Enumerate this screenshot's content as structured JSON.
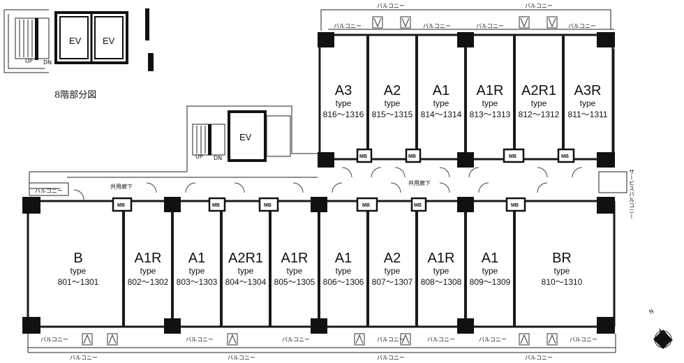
{
  "title": "8階部分図",
  "labels": {
    "balcony": "バルコニー",
    "corridor": "共用廊下",
    "service_balcony": "サービスバルコニー",
    "ev": "EV",
    "up": "UP",
    "dn": "DN",
    "mb": "MB",
    "type_word": "type",
    "north": "N"
  },
  "top_units": [
    {
      "name": "A3",
      "range": "816～1316"
    },
    {
      "name": "A2",
      "range": "815～1315"
    },
    {
      "name": "A1",
      "range": "814～1314"
    },
    {
      "name": "A1R",
      "range": "813～1313"
    },
    {
      "name": "A2R1",
      "range": "812～1312"
    },
    {
      "name": "A3R",
      "range": "811～1311"
    }
  ],
  "bottom_units": [
    {
      "name": "B",
      "range": "801～1301"
    },
    {
      "name": "A1R",
      "range": "802～1302"
    },
    {
      "name": "A1",
      "range": "803～1303"
    },
    {
      "name": "A2R1",
      "range": "804～1304"
    },
    {
      "name": "A1R",
      "range": "805～1305"
    },
    {
      "name": "A1",
      "range": "806～1306"
    },
    {
      "name": "A2",
      "range": "807～1307"
    },
    {
      "name": "A1R",
      "range": "808～1308"
    },
    {
      "name": "A1",
      "range": "809～1309"
    },
    {
      "name": "BR",
      "range": "810～1310"
    }
  ]
}
